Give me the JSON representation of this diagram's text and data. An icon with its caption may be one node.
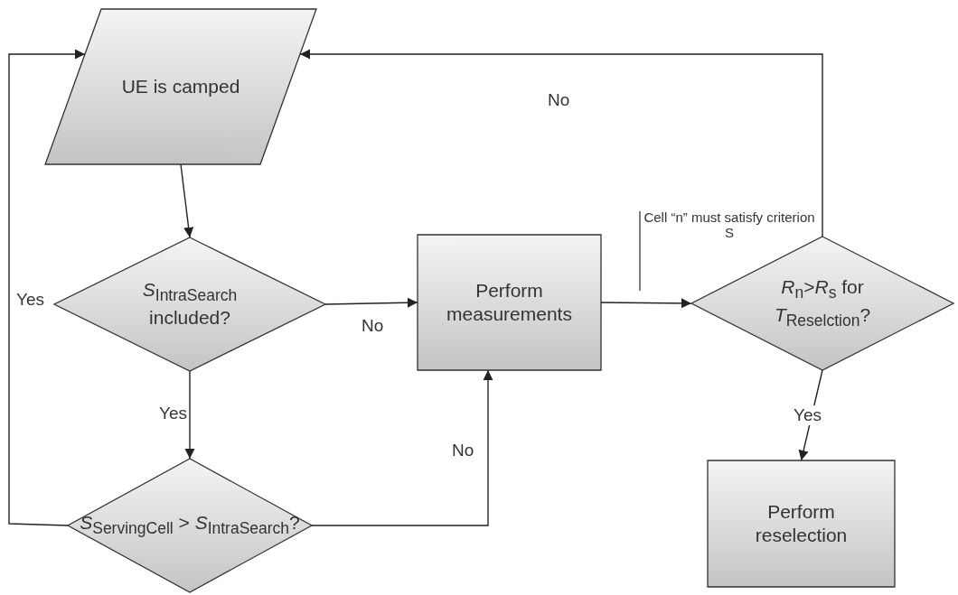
{
  "diagram": {
    "nodes": [
      {
        "text": [
          "UE is camped"
        ]
      },
      {
        "text": [
          "*S*$_{IntraSearch}$ included?"
        ]
      },
      {
        "text": [
          "Perform measurements"
        ]
      },
      {
        "text": [
          "*R*$_{n}$>*R*$_{s}$ for *T*$_{Reselction}$?"
        ]
      },
      {
        "text": [
          "*S*$_{ServingCell}$ > *S*$_{IntraSearch}$?"
        ]
      },
      {
        "text": [
          "Perform reselection"
        ]
      }
    ],
    "edges": [
      {
        "from": 0,
        "to": 1,
        "arrow": "to"
      },
      {
        "from": 1,
        "to": 2,
        "arrow": "to",
        "label": "No"
      },
      {
        "from": 1,
        "to": 4,
        "arrow": "to",
        "label": "Yes"
      },
      {
        "from": 4,
        "to": 0,
        "arrow": "to",
        "label": "Yes"
      },
      {
        "from": 4,
        "to": 2,
        "arrow": "to",
        "label": "No"
      },
      {
        "from": 2,
        "to": 3,
        "arrow": "to"
      },
      {
        "from": 3,
        "to": 0,
        "arrow": "to",
        "label": "No"
      },
      {
        "from": 3,
        "to": 5,
        "arrow": "to",
        "label": "Yes"
      }
    ],
    "labels": [
      "Cell “n” must satisfy criterion S"
    ]
  }
}
